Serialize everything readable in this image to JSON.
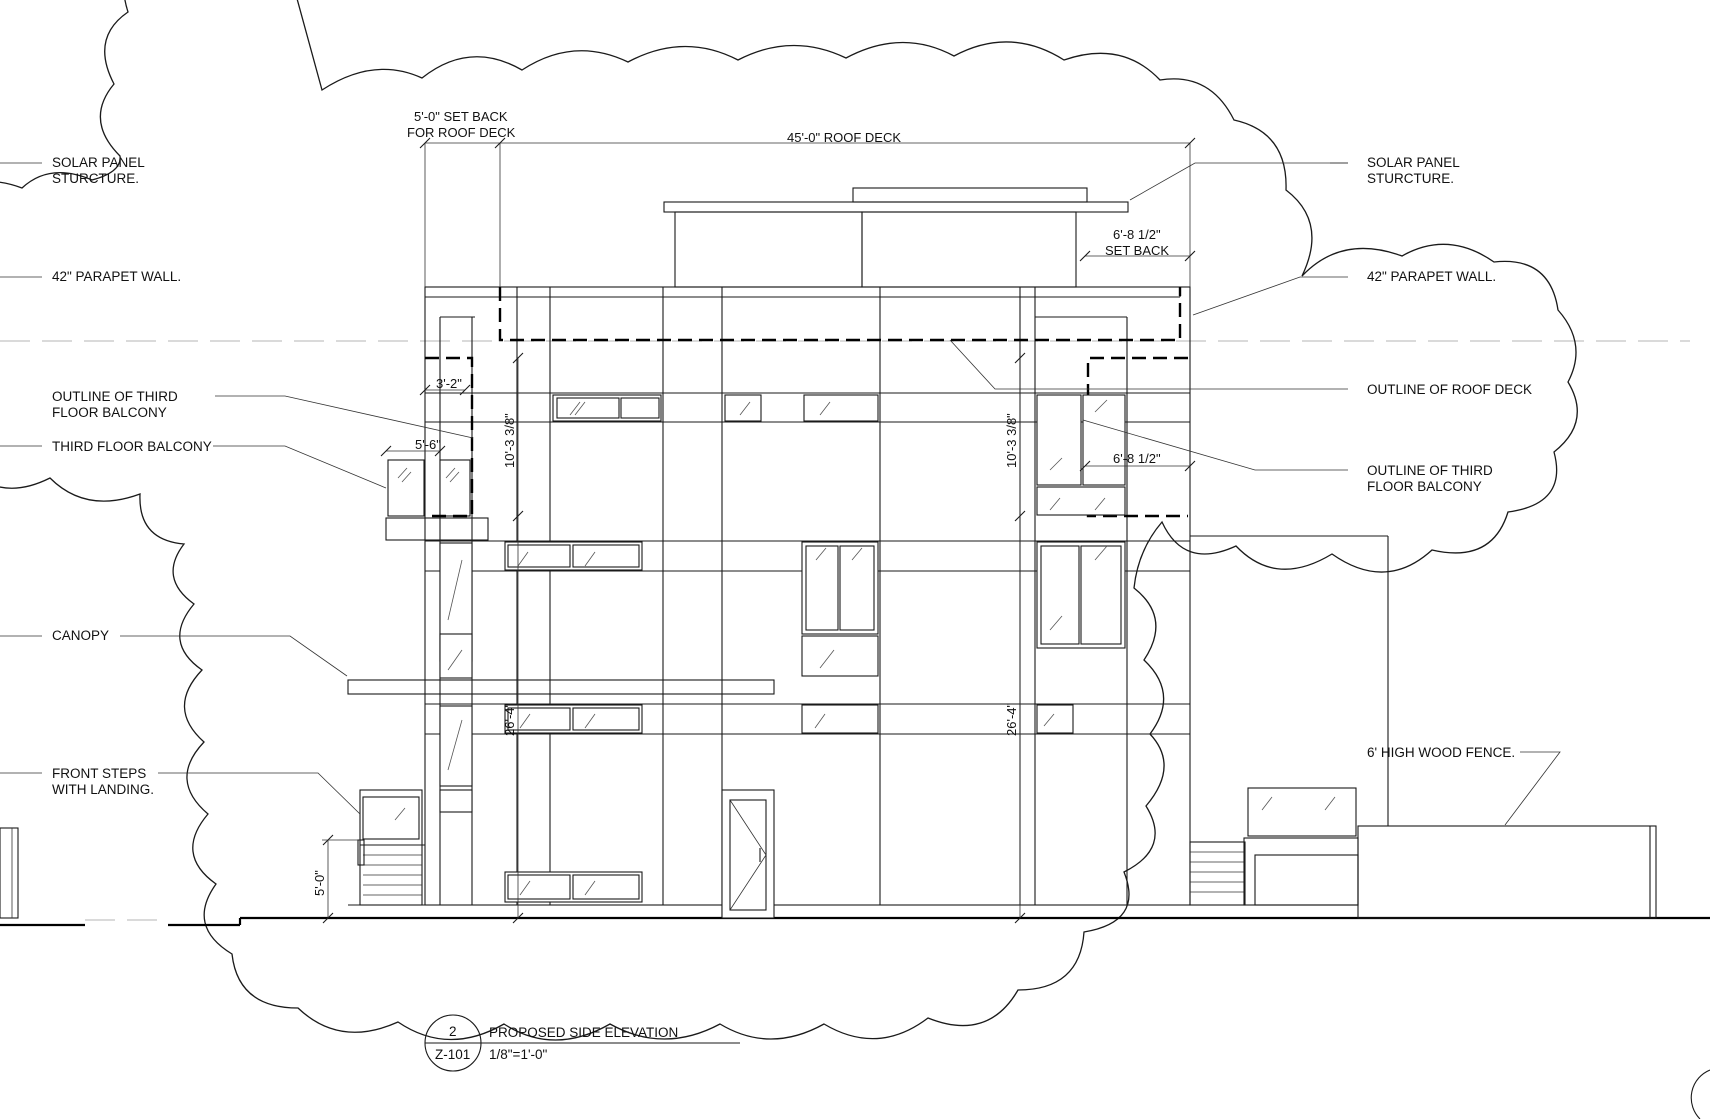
{
  "title_block": {
    "detail_number": "2",
    "sheet": "Z-101",
    "title": "PROPOSED SIDE ELEVATION",
    "scale": "1/8\"=1'-0\""
  },
  "labels_left": {
    "solar_1": "SOLAR PANEL",
    "solar_2": "STURCTURE.",
    "parapet": "42\" PARAPET WALL.",
    "outline_third_1": "OUTLINE OF THIRD",
    "outline_third_2": "FLOOR BALCONY",
    "third_balcony": "THIRD FLOOR BALCONY",
    "canopy": "CANOPY",
    "steps_1": "FRONT STEPS",
    "steps_2": "WITH LANDING."
  },
  "labels_right": {
    "solar_1": "SOLAR PANEL",
    "solar_2": "STURCTURE.",
    "parapet": "42\" PARAPET WALL.",
    "roof_deck": "OUTLINE OF ROOF DECK",
    "outline_third_1": "OUTLINE OF THIRD",
    "outline_third_2": "FLOOR BALCONY",
    "fence": "6' HIGH WOOD FENCE."
  },
  "dimensions": {
    "setback_1": "5'-0\" SET BACK",
    "setback_2": "FOR ROOF DECK",
    "roof_deck": "45'-0\" ROOF DECK",
    "right_setback_1": "6'-8 1/2\"",
    "right_setback_2": "SET BACK",
    "left_height": "10'-3 3/8\"",
    "right_height": "10'-3 3/8\"",
    "balcony_depth": "3'-2\"",
    "balcony_width": "5'-6\"",
    "right_balcony": "6'-8 1/2\"",
    "left_floor": "26'-4\"",
    "right_floor": "26'-4\"",
    "steps_height": "5'-0\""
  }
}
